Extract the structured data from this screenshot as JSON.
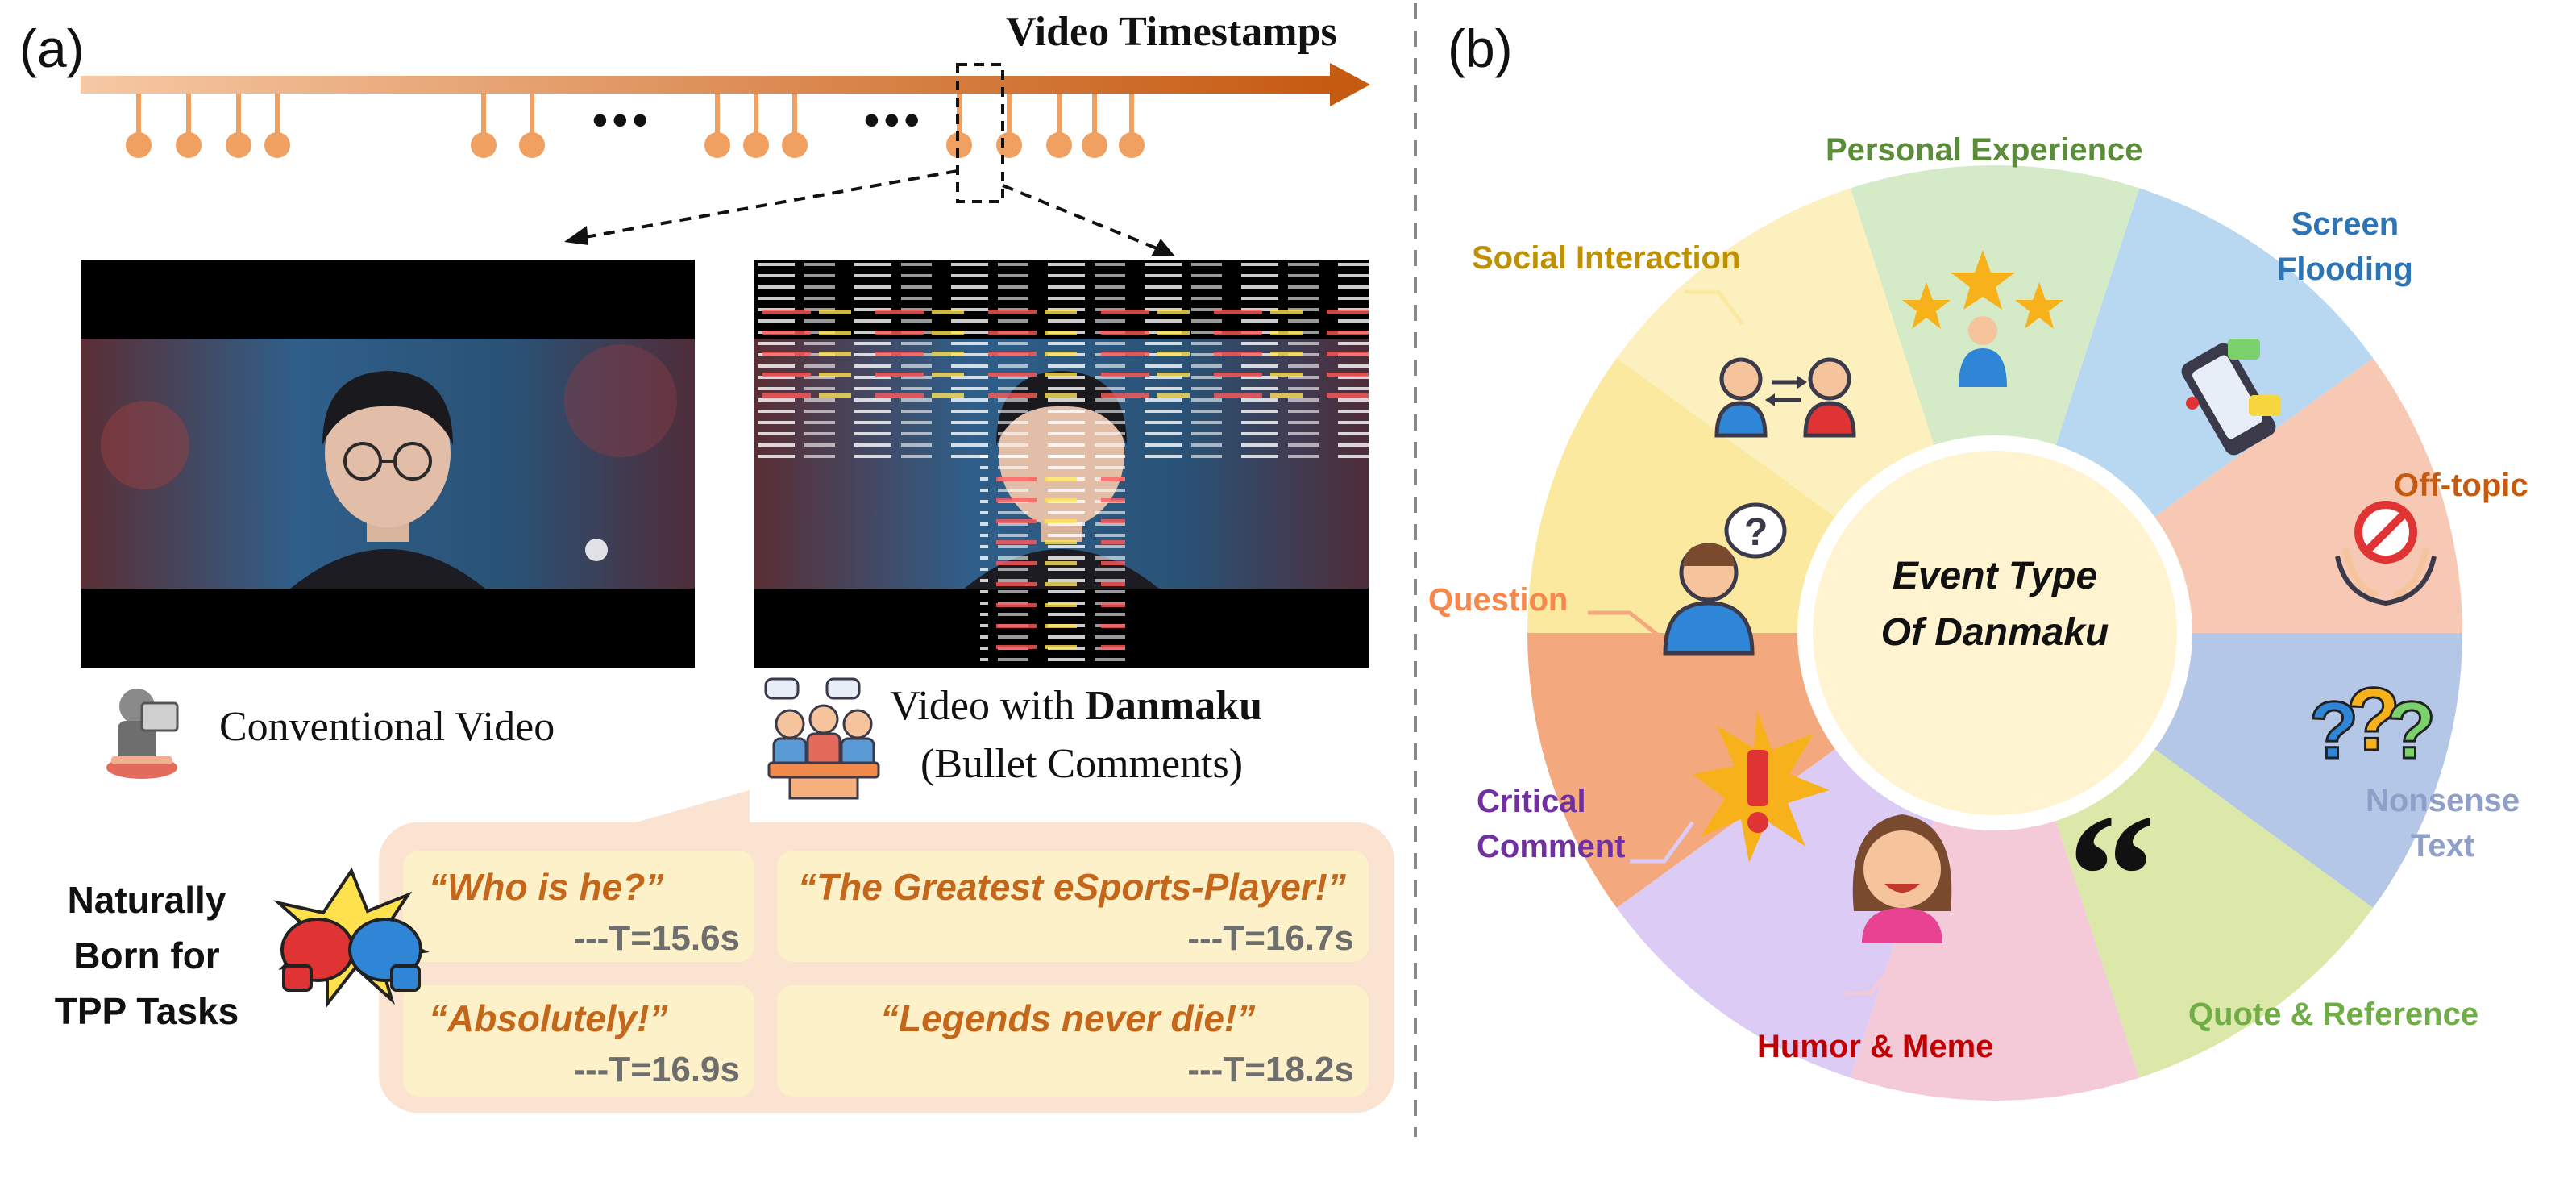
{
  "panel_a": {
    "label": "(a)",
    "timeline": {
      "title": "Video Timestamps",
      "gap_marker": "•••"
    },
    "conventional": {
      "caption": "Conventional Video"
    },
    "danmaku": {
      "caption_prefix": "Video with ",
      "caption_bold": "Danmaku",
      "caption_line2": "(Bullet Comments)"
    },
    "tpp": {
      "line1": "Naturally",
      "line2": "Born for",
      "line3": "TPP Tasks"
    },
    "comments": [
      {
        "text": "“Who is he?”",
        "time": "---T=15.6s"
      },
      {
        "text": "“The Greatest eSports-Player!”",
        "time": "---T=16.7s"
      },
      {
        "text": "“Absolutely!”",
        "time": "---T=16.9s"
      },
      {
        "text": "“Legends never die!”",
        "time": "---T=18.2s"
      }
    ]
  },
  "panel_b": {
    "label": "(b)",
    "center": {
      "line1": "Event Type",
      "line2": "Of Danmaku"
    },
    "segments": [
      {
        "name": "personal-experience",
        "label": "Personal Experience",
        "fill": "#d5ebc7",
        "text_color": "#5a8c3a",
        "icon": "star-person-icon"
      },
      {
        "name": "screen-flooding",
        "label": "Screen\nFlooding",
        "fill": "#b8d8f2",
        "text_color": "#2e74b5",
        "icon": "phone-messages-icon"
      },
      {
        "name": "off-topic",
        "label": "Off-topic",
        "fill": "#f7c8b3",
        "text_color": "#c55a11",
        "icon": "prohibited-hands-icon"
      },
      {
        "name": "nonsense-text",
        "label": "Nonsense\nText",
        "fill": "#b4c7e7",
        "text_color": "#8f9fc8",
        "icon": "question-marks-icon"
      },
      {
        "name": "quote-reference",
        "label": "Quote & Reference",
        "fill": "#dbe8a9",
        "text_color": "#70ad47",
        "icon": "quote-icon"
      },
      {
        "name": "humor-meme",
        "label": "Humor & Meme",
        "fill": "#f4c9d8",
        "text_color": "#c00000",
        "icon": "laughing-girl-icon"
      },
      {
        "name": "critical-comment",
        "label": "Critical\nComment",
        "fill": "#dccbf5",
        "text_color": "#7030a0",
        "icon": "exclamation-burst-icon"
      },
      {
        "name": "question",
        "label": "Question",
        "fill": "#f3a97d",
        "text_color": "#f4884d",
        "icon": "thinking-person-icon"
      },
      {
        "name": "social-interaction",
        "label": "Social Interaction",
        "fill": "#fce9a0",
        "text_color": "#bf9000",
        "icon": "two-people-exchange-icon"
      },
      {
        "name": "unlabeled",
        "label": "",
        "fill": "#fdf0bf",
        "text_color": "#000000",
        "icon": ""
      }
    ]
  },
  "colors": {
    "timeline_start": "#f6c8a4",
    "timeline_end": "#c55a11",
    "pin": "#f0a060",
    "comment_text": "#c4671a",
    "comment_time": "#6e6e6e",
    "comments_panel": "#fbe3d2",
    "comment_card": "#fdf1c9"
  }
}
